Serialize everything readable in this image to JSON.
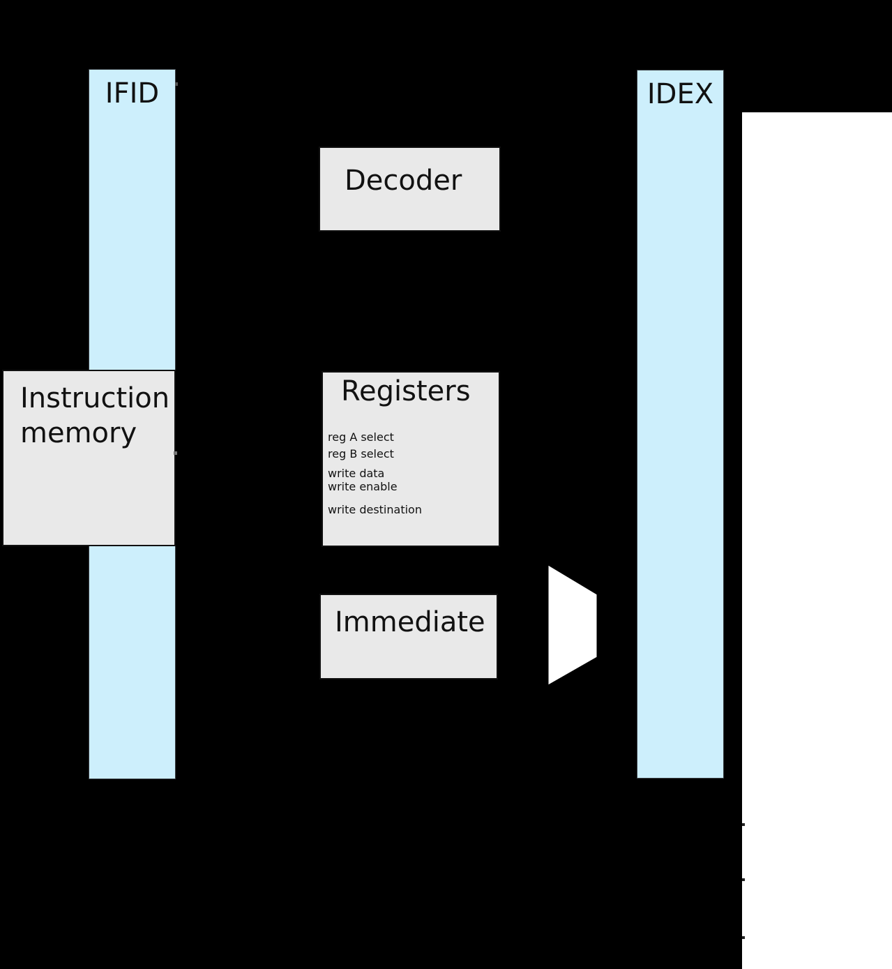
{
  "colors": {
    "background": "#000000",
    "pipeline_register_fill": "#cdeffc",
    "pipeline_register_border": "#3a3f44",
    "block_fill": "#e9e9e9",
    "block_border": "#101010",
    "panel_fill": "#ffffff",
    "text": "#111111"
  },
  "pipeline_registers": {
    "ifid": {
      "label": "IFID"
    },
    "idex": {
      "label": "IDEX"
    }
  },
  "blocks": {
    "decoder": {
      "label": "Decoder"
    },
    "instruction_memory": {
      "label": "Instruction memory"
    },
    "registers": {
      "title": "Registers",
      "ports": [
        "reg A select",
        "reg B select",
        "write data",
        "write enable",
        "write destination"
      ]
    },
    "immediate": {
      "label": "Immediate"
    }
  }
}
